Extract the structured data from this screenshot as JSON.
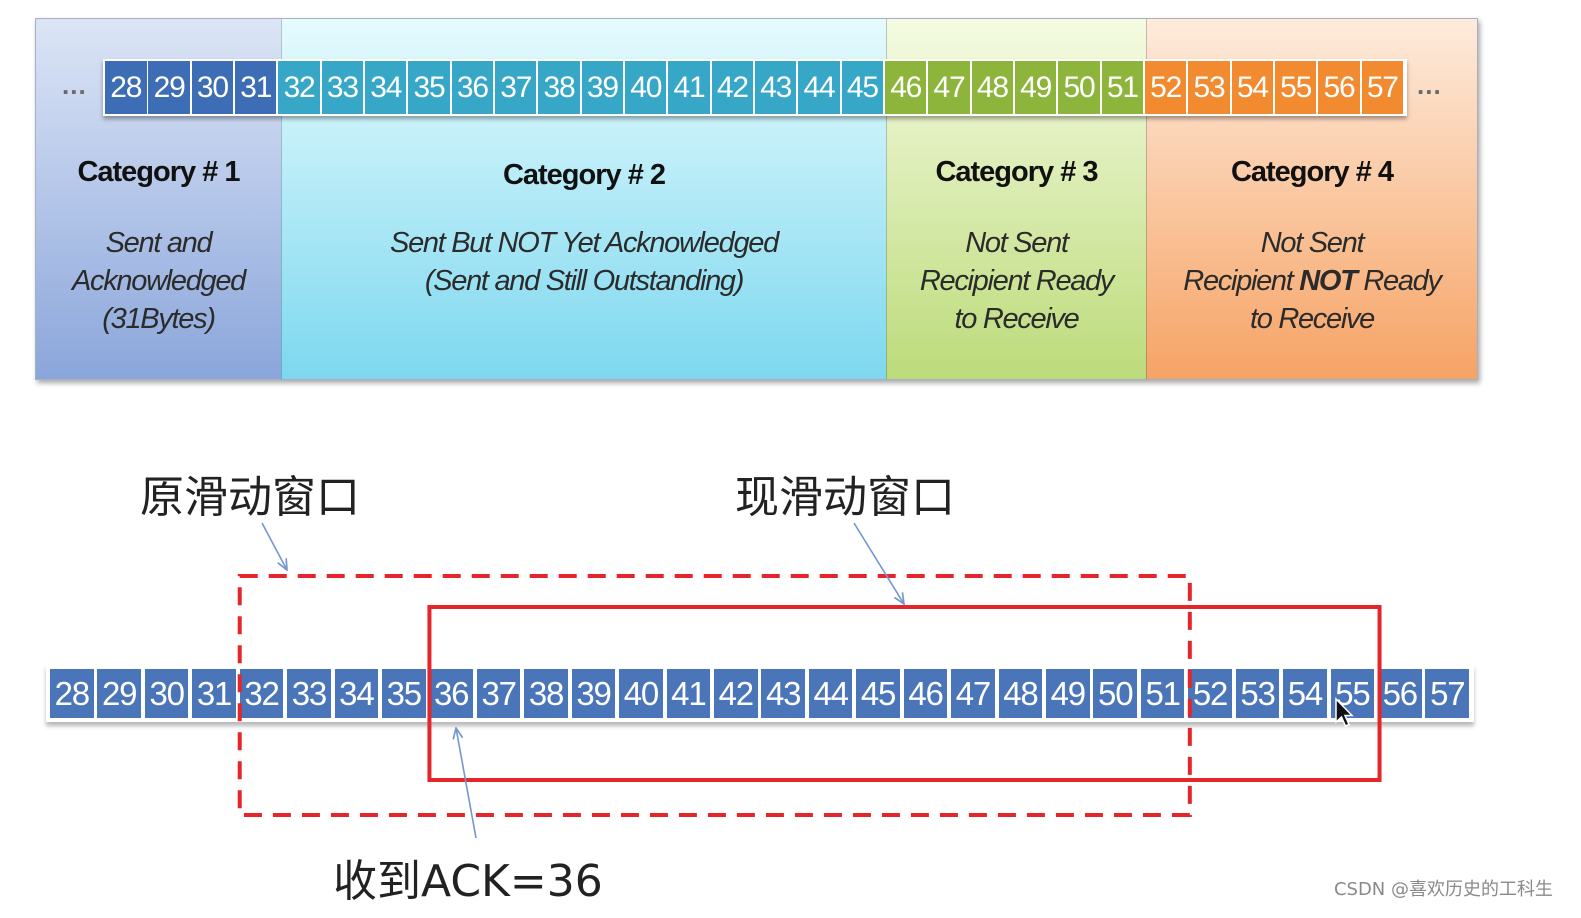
{
  "top_panel": {
    "ellipsis_left": "...",
    "ellipsis_right": "...",
    "categories": [
      {
        "title": "Category # 1",
        "lines": [
          "Sent and",
          "Acknowledged",
          "(31Bytes)"
        ],
        "numbers": [
          28,
          29,
          30,
          31
        ],
        "box_color": "#3d6db4",
        "bg_top": "#dce5f6",
        "bg_bottom": "#8ba6db"
      },
      {
        "title": "Category # 2",
        "lines": [
          "Sent But NOT Yet Acknowledged",
          "(Sent and Still Outstanding)"
        ],
        "numbers": [
          32,
          33,
          34,
          35,
          36,
          37,
          38,
          39,
          40,
          41,
          42,
          43,
          44,
          45
        ],
        "box_color": "#37a7c8",
        "bg_top": "#e6fbfe",
        "bg_bottom": "#7dd8ef"
      },
      {
        "title": "Category # 3",
        "lines": [
          "Not Sent",
          "Recipient Ready",
          "to Receive"
        ],
        "numbers": [
          46,
          47,
          48,
          49,
          50,
          51
        ],
        "box_color": "#8db53c",
        "bg_top": "#f5fbe2",
        "bg_bottom": "#bcdb7a"
      },
      {
        "title": "Category # 4",
        "lines": [
          "Not Sent",
          {
            "pre": "Recipient ",
            "bold": "NOT",
            "post": " Ready"
          },
          "to Receive"
        ],
        "numbers": [
          52,
          53,
          54,
          55,
          56,
          57
        ],
        "box_color": "#f28a30",
        "bg_top": "#feebdc",
        "bg_bottom": "#f6a365"
      }
    ]
  },
  "bottom": {
    "old_window_label": "原滑动窗口",
    "new_window_label": "现滑动窗口",
    "ack_label": "收到ACK=36",
    "numbers": [
      28,
      29,
      30,
      31,
      32,
      33,
      34,
      35,
      36,
      37,
      38,
      39,
      40,
      41,
      42,
      43,
      44,
      45,
      46,
      47,
      48,
      49,
      50,
      51,
      52,
      53,
      54,
      55,
      56,
      57
    ],
    "box_color": "#4a76b9",
    "old_window": {
      "from": 32,
      "to": 51
    },
    "new_window": {
      "from": 36,
      "to": 55
    },
    "window_color": "#e4262b",
    "arrow_color": "#7596cf"
  },
  "watermark": "CSDN @喜欢历史的工科生"
}
